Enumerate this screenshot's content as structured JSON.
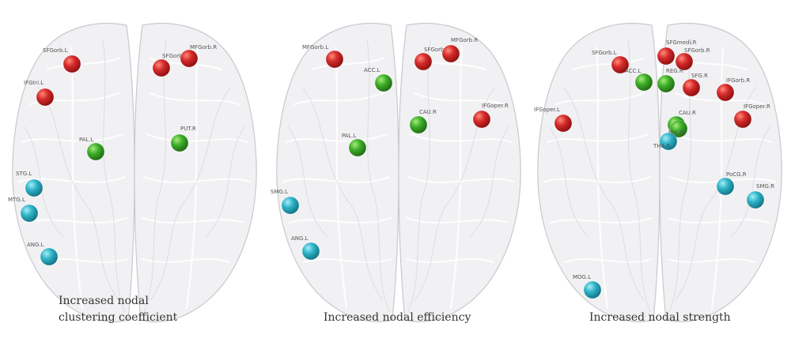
{
  "colors": {
    "red": "#d42a2a",
    "green": "#3fae2a",
    "cyan": "#2fb3c8"
  },
  "panels": [
    {
      "caption_lines": [
        "Increased nodal",
        "clustering coefficient"
      ],
      "nodes": [
        {
          "label": "SFGorb.L",
          "color": "red"
        },
        {
          "label": "IFGtri.L",
          "color": "red"
        },
        {
          "label": "SFGorb.R",
          "color": "red"
        },
        {
          "label": "MFGorb.R",
          "color": "red"
        },
        {
          "label": "PAL.L",
          "color": "green"
        },
        {
          "label": "PUT.R",
          "color": "green"
        },
        {
          "label": "STG.L",
          "color": "cyan"
        },
        {
          "label": "MTG.L",
          "color": "cyan"
        },
        {
          "label": "ANG.L",
          "color": "cyan"
        }
      ]
    },
    {
      "caption_lines": [
        "Increased nodal efficiency"
      ],
      "nodes": [
        {
          "label": "MFGorb.L",
          "color": "red"
        },
        {
          "label": "ACC.L",
          "color": "green"
        },
        {
          "label": "SFGorb.R",
          "color": "red"
        },
        {
          "label": "MFGorb.R",
          "color": "red"
        },
        {
          "label": "CAU.R",
          "color": "green"
        },
        {
          "label": "IFGoper.R",
          "color": "red"
        },
        {
          "label": "PAL.L",
          "color": "green"
        },
        {
          "label": "SMG.L",
          "color": "cyan"
        },
        {
          "label": "ANG.L",
          "color": "cyan"
        }
      ]
    },
    {
      "caption_lines": [
        "Increased nodal strength"
      ],
      "nodes": [
        {
          "label": "SFGorb.L",
          "color": "red"
        },
        {
          "label": "ACC.L",
          "color": "green"
        },
        {
          "label": "SFGmedi.R",
          "color": "red"
        },
        {
          "label": "SFGorb.R",
          "color": "red"
        },
        {
          "label": "REG.R",
          "color": "green"
        },
        {
          "label": "SFG.R",
          "color": "red"
        },
        {
          "label": "IFGorb.R",
          "color": "red"
        },
        {
          "label": "IFGoper.L",
          "color": "red"
        },
        {
          "label": "CAU.R",
          "color": "green"
        },
        {
          "label": "IFGoper.R",
          "color": "red"
        },
        {
          "label": "PAL.R",
          "color": "green"
        },
        {
          "label": "THA.R",
          "color": "cyan"
        },
        {
          "label": "PoCG.R",
          "color": "cyan"
        },
        {
          "label": "SMG.R",
          "color": "cyan"
        },
        {
          "label": "MOG.L",
          "color": "cyan"
        }
      ]
    }
  ]
}
